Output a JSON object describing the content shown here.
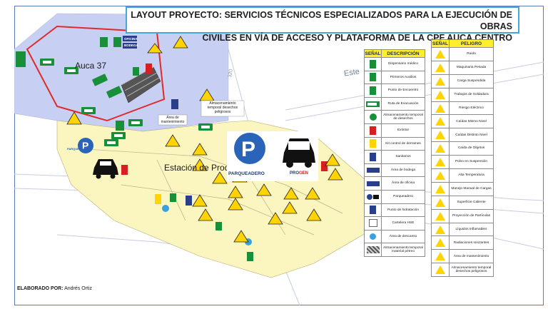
{
  "title": {
    "line1": "LAYOUT PROYECTO: SERVICIOS TÉCNICOS ESPECIALIZADOS PARA LA EJECUCIÓN DE OBRAS",
    "line2": "CIVILES EN VÍA DE ACCESO Y PLATAFORMA DE LA CPF AUCA CENTRO"
  },
  "map": {
    "auca_label": "Auca 37",
    "estacion_label": "Estación de Prod",
    "road_label": "Este",
    "road_number": "320",
    "parking_label": "PARQUEADERO",
    "brand_label": "PROGEN",
    "brand_prefix": "PRO",
    "brand_suffix": "GEN",
    "oficina_sign": "OFICINA",
    "bodega_sign": "BODEGA",
    "mantenimiento_label": "Área de mantenimiento",
    "almacenamiento_label": "Almacenamiento temporal desechos peligrosos",
    "colors": {
      "zone_blue": "#c7cff2",
      "zone_yellow": "#fbf5c0",
      "zone_border_red": "#e12a2a",
      "sign_green": "#1a8f3a",
      "sign_yellow": "#ffd400",
      "title_border": "#46a6d8"
    }
  },
  "elaborado": {
    "label": "ELABORADO POR:",
    "name": "Andrés Ortiz"
  },
  "legend_signs": {
    "header_signal": "SEÑAL",
    "header_description": "DESCRIPCIÓN",
    "rows": [
      {
        "icon": "medical-dispensary-icon",
        "text": "Dispensario médico"
      },
      {
        "icon": "first-aid-icon",
        "text": "Primeros Auxilios"
      },
      {
        "icon": "meeting-point-icon",
        "text": "Punto de Encuentro"
      },
      {
        "icon": "evacuation-arrow-icon",
        "text": "Ruta de Evacuación"
      },
      {
        "icon": "waste-storage-icon",
        "text": "Almacenamiento temporal de desechos"
      },
      {
        "icon": "extinguisher-icon",
        "text": "Extintor"
      },
      {
        "icon": "spill-kit-icon",
        "text": "Kit control de derrames"
      },
      {
        "icon": "toilets-icon",
        "text": "Sanitarios"
      },
      {
        "icon": "warehouse-icon",
        "text": "Área de bodega"
      },
      {
        "icon": "office-icon",
        "text": "Área de oficina"
      },
      {
        "icon": "parking-icon",
        "text": "Parqueadero"
      },
      {
        "icon": "hydration-icon",
        "text": "Punto de hidratación"
      },
      {
        "icon": "hse-board-icon",
        "text": "Cartelera HSE"
      },
      {
        "icon": "rest-area-icon",
        "text": "Área de descanso"
      },
      {
        "icon": "stone-material-icon",
        "text": "Almacenamiento temporal material pétreo"
      }
    ]
  },
  "legend_hazards": {
    "header_signal": "SEÑAL",
    "header_hazard": "PELIGRO",
    "rows": [
      {
        "icon": "noise-icon",
        "text": "Ruido"
      },
      {
        "icon": "heavy-machinery-icon",
        "text": "Maquinaria Pesada"
      },
      {
        "icon": "suspended-load-icon",
        "text": "Carga Suspendida"
      },
      {
        "icon": "welding-icon",
        "text": "Trabajos de Soldadura"
      },
      {
        "icon": "electric-risk-icon",
        "text": "Riesgo Eléctrico"
      },
      {
        "icon": "same-level-fall-icon",
        "text": "Caídas Mismo Nivel"
      },
      {
        "icon": "different-level-fall-icon",
        "text": "Caídas Distinto Nivel"
      },
      {
        "icon": "falling-objects-icon",
        "text": "Caída de Objetos"
      },
      {
        "icon": "dust-icon",
        "text": "Polvo en Suspensión"
      },
      {
        "icon": "high-temperature-icon",
        "text": "Alta Temperatura"
      },
      {
        "icon": "manual-handling-icon",
        "text": "Manejo Manual de Cargas"
      },
      {
        "icon": "hot-surface-icon",
        "text": "Superficie Caliente"
      },
      {
        "icon": "particles-icon",
        "text": "Proyección de Partículas"
      },
      {
        "icon": "flammable-liquids-icon",
        "text": "Líquidos Inflamables"
      },
      {
        "icon": "ionizing-radiation-icon",
        "text": "Radiaciones Ionizantes"
      },
      {
        "icon": "maintenance-area-icon",
        "text": "Área de mantenimiento"
      },
      {
        "icon": "hazardous-waste-icon",
        "text": "Almacenamiento temporal desechos peligrosos"
      }
    ]
  }
}
